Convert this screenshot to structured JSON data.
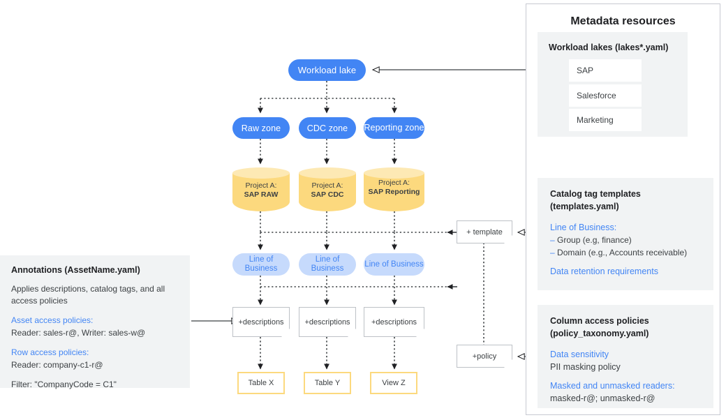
{
  "diagram": {
    "flow": {
      "lake": {
        "label": "Workload lake"
      },
      "zones": [
        {
          "label": "Raw zone"
        },
        {
          "label": "CDC zone"
        },
        {
          "label": "Reporting zone"
        }
      ],
      "datasets": [
        {
          "line1": "Project A:",
          "line2": "SAP RAW"
        },
        {
          "line1": "Project A:",
          "line2": "SAP CDC"
        },
        {
          "line1": "Project A:",
          "line2": "SAP Reporting"
        }
      ],
      "lob": [
        {
          "label": "Line of Business"
        },
        {
          "label": "Line of Business"
        },
        {
          "label": "Line of Business"
        }
      ],
      "descriptions": [
        {
          "label": "+descriptions"
        },
        {
          "label": "+descriptions"
        },
        {
          "label": "+descriptions"
        }
      ],
      "assets": [
        {
          "label": "Table X"
        },
        {
          "label": "Table Y"
        },
        {
          "label": "View Z"
        }
      ],
      "template_note": {
        "label": "+ template"
      },
      "policy_note": {
        "label": "+policy"
      }
    },
    "annotations": {
      "title": "Annotations (AssetName.yaml)",
      "intro": "Applies descriptions, catalog tags, and all access policies",
      "asset_policies_label": "Asset access policies:",
      "asset_policies_value": "Reader: sales-r@, Writer: sales-w@",
      "row_policies_label": "Row access policies:",
      "row_policies_value": "Reader: company-c1-r@",
      "filter": "Filter: \"CompanyCode = C1\""
    },
    "metadata_panel": {
      "title": "Metadata resources",
      "workload_lakes": {
        "title": "Workload lakes (lakes*.yaml)",
        "items": [
          {
            "label": "SAP"
          },
          {
            "label": "Salesforce"
          },
          {
            "label": "Marketing"
          }
        ]
      },
      "catalog_templates": {
        "title_line1": "Catalog tag templates",
        "title_line2": "(templates.yaml)",
        "lob_label": "Line of Business:",
        "bullets": [
          {
            "dash": "–",
            "text": "Group (e.g, finance)"
          },
          {
            "dash": "–",
            "text": "Domain (e.g., Accounts receivable)"
          }
        ],
        "retention_label": "Data retention requirements"
      },
      "column_policies": {
        "title_line1": "Column access policies",
        "title_line2": "(policy_taxonomy.yaml)",
        "sensitivity_label": "Data sensitivity",
        "sensitivity_value": "PII masking policy",
        "readers_label": "Masked and unmasked readers:",
        "readers_value": "masked-r@; unmasked-r@"
      }
    },
    "colors": {
      "blue": "#4285f4",
      "light_blue": "#c6dafc",
      "yellow": "#fcd97e",
      "yellow_light": "#fde9b4",
      "gray_panel": "#f1f3f4",
      "border_gray": "#bdc1c6"
    }
  }
}
